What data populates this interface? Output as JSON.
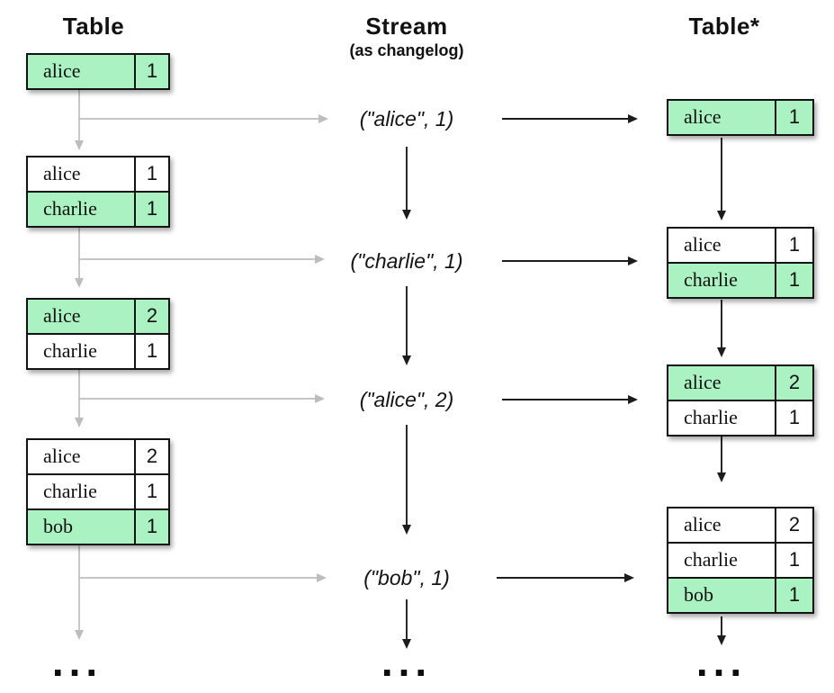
{
  "header": {
    "left_title": "Table",
    "middle_title": "Stream",
    "middle_subtitle": "(as changelog)",
    "right_title": "Table*"
  },
  "colors": {
    "highlight": "#aaf2c2",
    "table_bg": "#ffffff",
    "table_border": "#131313",
    "gray_arrow": "#bdbdbd",
    "black_arrow": "#1c1c1c"
  },
  "left_tables": [
    {
      "rows": [
        {
          "key": "alice",
          "value": "1",
          "highlight": true
        }
      ]
    },
    {
      "rows": [
        {
          "key": "alice",
          "value": "1",
          "highlight": false
        },
        {
          "key": "charlie",
          "value": "1",
          "highlight": true
        }
      ]
    },
    {
      "rows": [
        {
          "key": "alice",
          "value": "2",
          "highlight": true
        },
        {
          "key": "charlie",
          "value": "1",
          "highlight": false
        }
      ]
    },
    {
      "rows": [
        {
          "key": "alice",
          "value": "2",
          "highlight": false
        },
        {
          "key": "charlie",
          "value": "1",
          "highlight": false
        },
        {
          "key": "bob",
          "value": "1",
          "highlight": true
        }
      ]
    }
  ],
  "stream_events": [
    "(\"alice\", 1)",
    "(\"charlie\", 1)",
    "(\"alice\", 2)",
    "(\"bob\", 1)"
  ],
  "right_tables": [
    {
      "rows": [
        {
          "key": "alice",
          "value": "1",
          "highlight": true
        }
      ]
    },
    {
      "rows": [
        {
          "key": "alice",
          "value": "1",
          "highlight": false
        },
        {
          "key": "charlie",
          "value": "1",
          "highlight": true
        }
      ]
    },
    {
      "rows": [
        {
          "key": "alice",
          "value": "2",
          "highlight": true
        },
        {
          "key": "charlie",
          "value": "1",
          "highlight": false
        }
      ]
    },
    {
      "rows": [
        {
          "key": "alice",
          "value": "2",
          "highlight": false
        },
        {
          "key": "charlie",
          "value": "1",
          "highlight": false
        },
        {
          "key": "bob",
          "value": "1",
          "highlight": true
        }
      ]
    }
  ],
  "ellipsis": "..."
}
